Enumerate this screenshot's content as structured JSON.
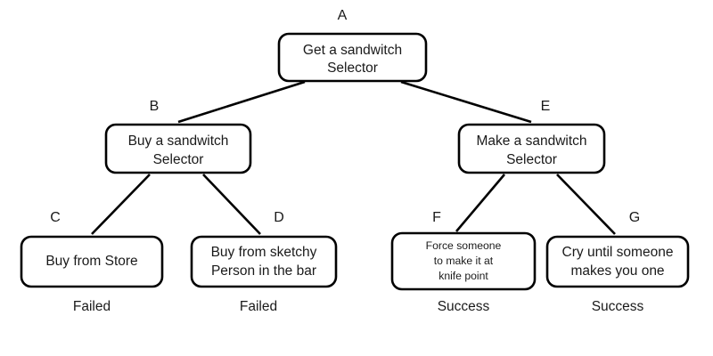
{
  "diagram": {
    "type": "behavior-tree",
    "background_color": "#ffffff",
    "stroke_color": "#000000",
    "text_color": "#1a1a1a"
  },
  "nodes": {
    "a": {
      "letter": "A",
      "line1": "Get a sandwitch",
      "line2": "Selector"
    },
    "b": {
      "letter": "B",
      "line1": "Buy a sandwitch",
      "line2": "Selector"
    },
    "e": {
      "letter": "E",
      "line1": "Make a sandwitch",
      "line2": "Selector"
    },
    "c": {
      "letter": "C",
      "line1": "Buy from Store",
      "status": "Failed"
    },
    "d": {
      "letter": "D",
      "line1": "Buy from sketchy",
      "line2": "Person in the bar",
      "status": "Failed"
    },
    "f": {
      "letter": "F",
      "line1": "Force someone",
      "line2": "to make it at",
      "line3": "knife point",
      "status": "Success"
    },
    "g": {
      "letter": "G",
      "line1": "Cry until someone",
      "line2": "makes you one",
      "status": "Success"
    }
  }
}
